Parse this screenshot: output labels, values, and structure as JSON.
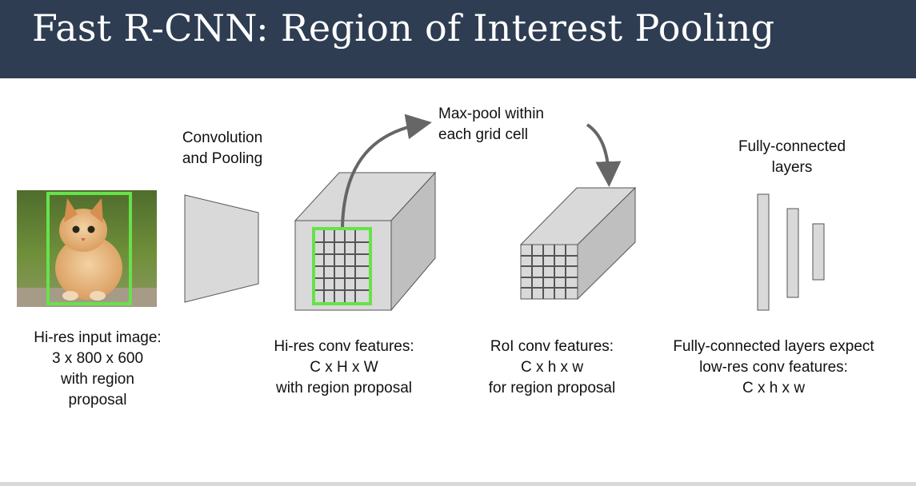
{
  "slide": {
    "title": "Fast R-CNN: Region of Interest Pooling"
  },
  "labels": {
    "conv_pool": [
      "Convolution",
      "and Pooling"
    ],
    "maxpool": [
      "Max-pool within",
      "each grid cell"
    ],
    "fc_top": [
      "Fully-connected",
      "layers"
    ],
    "input": [
      "Hi-res input image:",
      "3 x 800 x 600",
      "with region",
      "proposal"
    ],
    "hires": [
      "Hi-res conv features:",
      "C x H x W",
      "with region proposal"
    ],
    "roi": [
      "RoI conv features:",
      "C x h x w",
      "for region proposal"
    ],
    "fc_bottom": [
      "Fully-connected layers expect",
      "low-res conv features:",
      "C x h x w"
    ]
  },
  "colors": {
    "header_bg": "#2e3d52",
    "region_proposal": "#66e24a",
    "box_face": "#d9d9d9",
    "arrow": "#666666"
  },
  "icons": {
    "input_image": "kitten-photo"
  }
}
